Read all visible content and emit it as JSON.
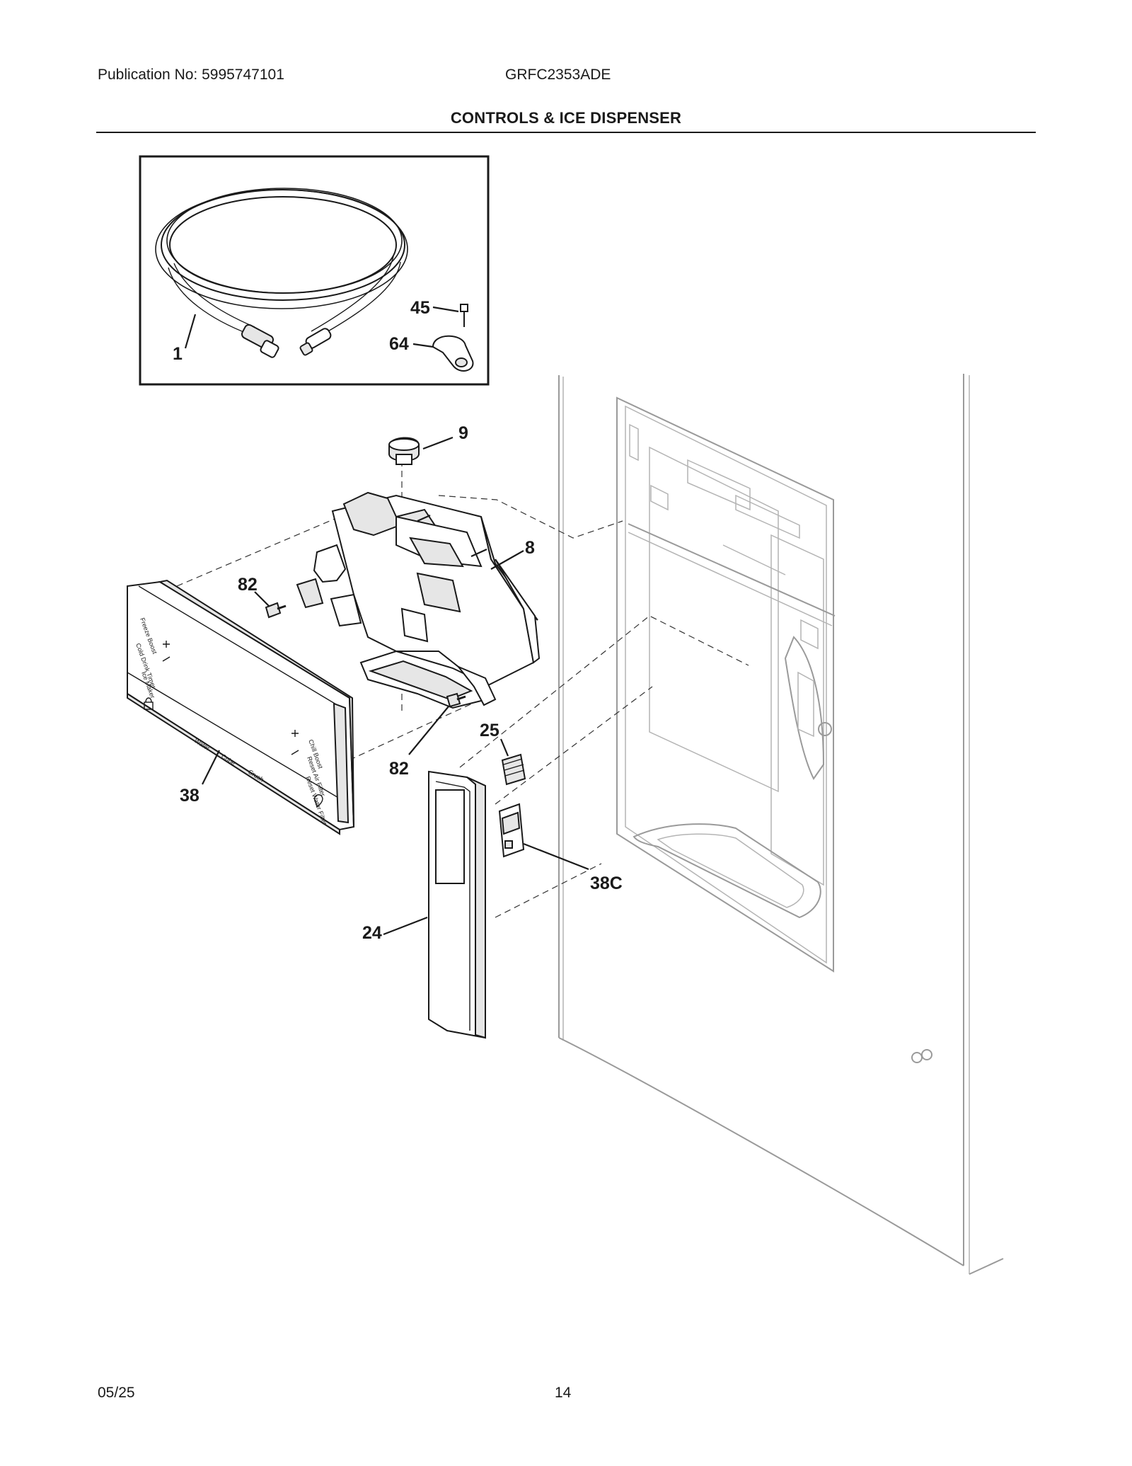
{
  "header": {
    "publication": "Publication No: 5995747101",
    "model": "GRFC2353ADE",
    "title": "CONTROLS & ICE DISPENSER"
  },
  "footer": {
    "date": "05/25",
    "page": "14"
  },
  "callouts": {
    "c1": "1",
    "c45": "45",
    "c64": "64",
    "c9": "9",
    "c8": "8",
    "c82a": "82",
    "c82b": "82",
    "c25": "25",
    "c38": "38",
    "c38c": "38C",
    "c24": "24"
  },
  "panel_labels": {
    "freeze_boost": "Freeze Boost",
    "cold_drink": "Cold Drink Timer",
    "ice_maker": "Ice Maker",
    "chill_boost": "Chill Boost",
    "reset_air": "Reset Air Filter",
    "reset_water": "Reset Water Filter",
    "water": "Water",
    "cube": "Cube",
    "crush": "Crush"
  }
}
